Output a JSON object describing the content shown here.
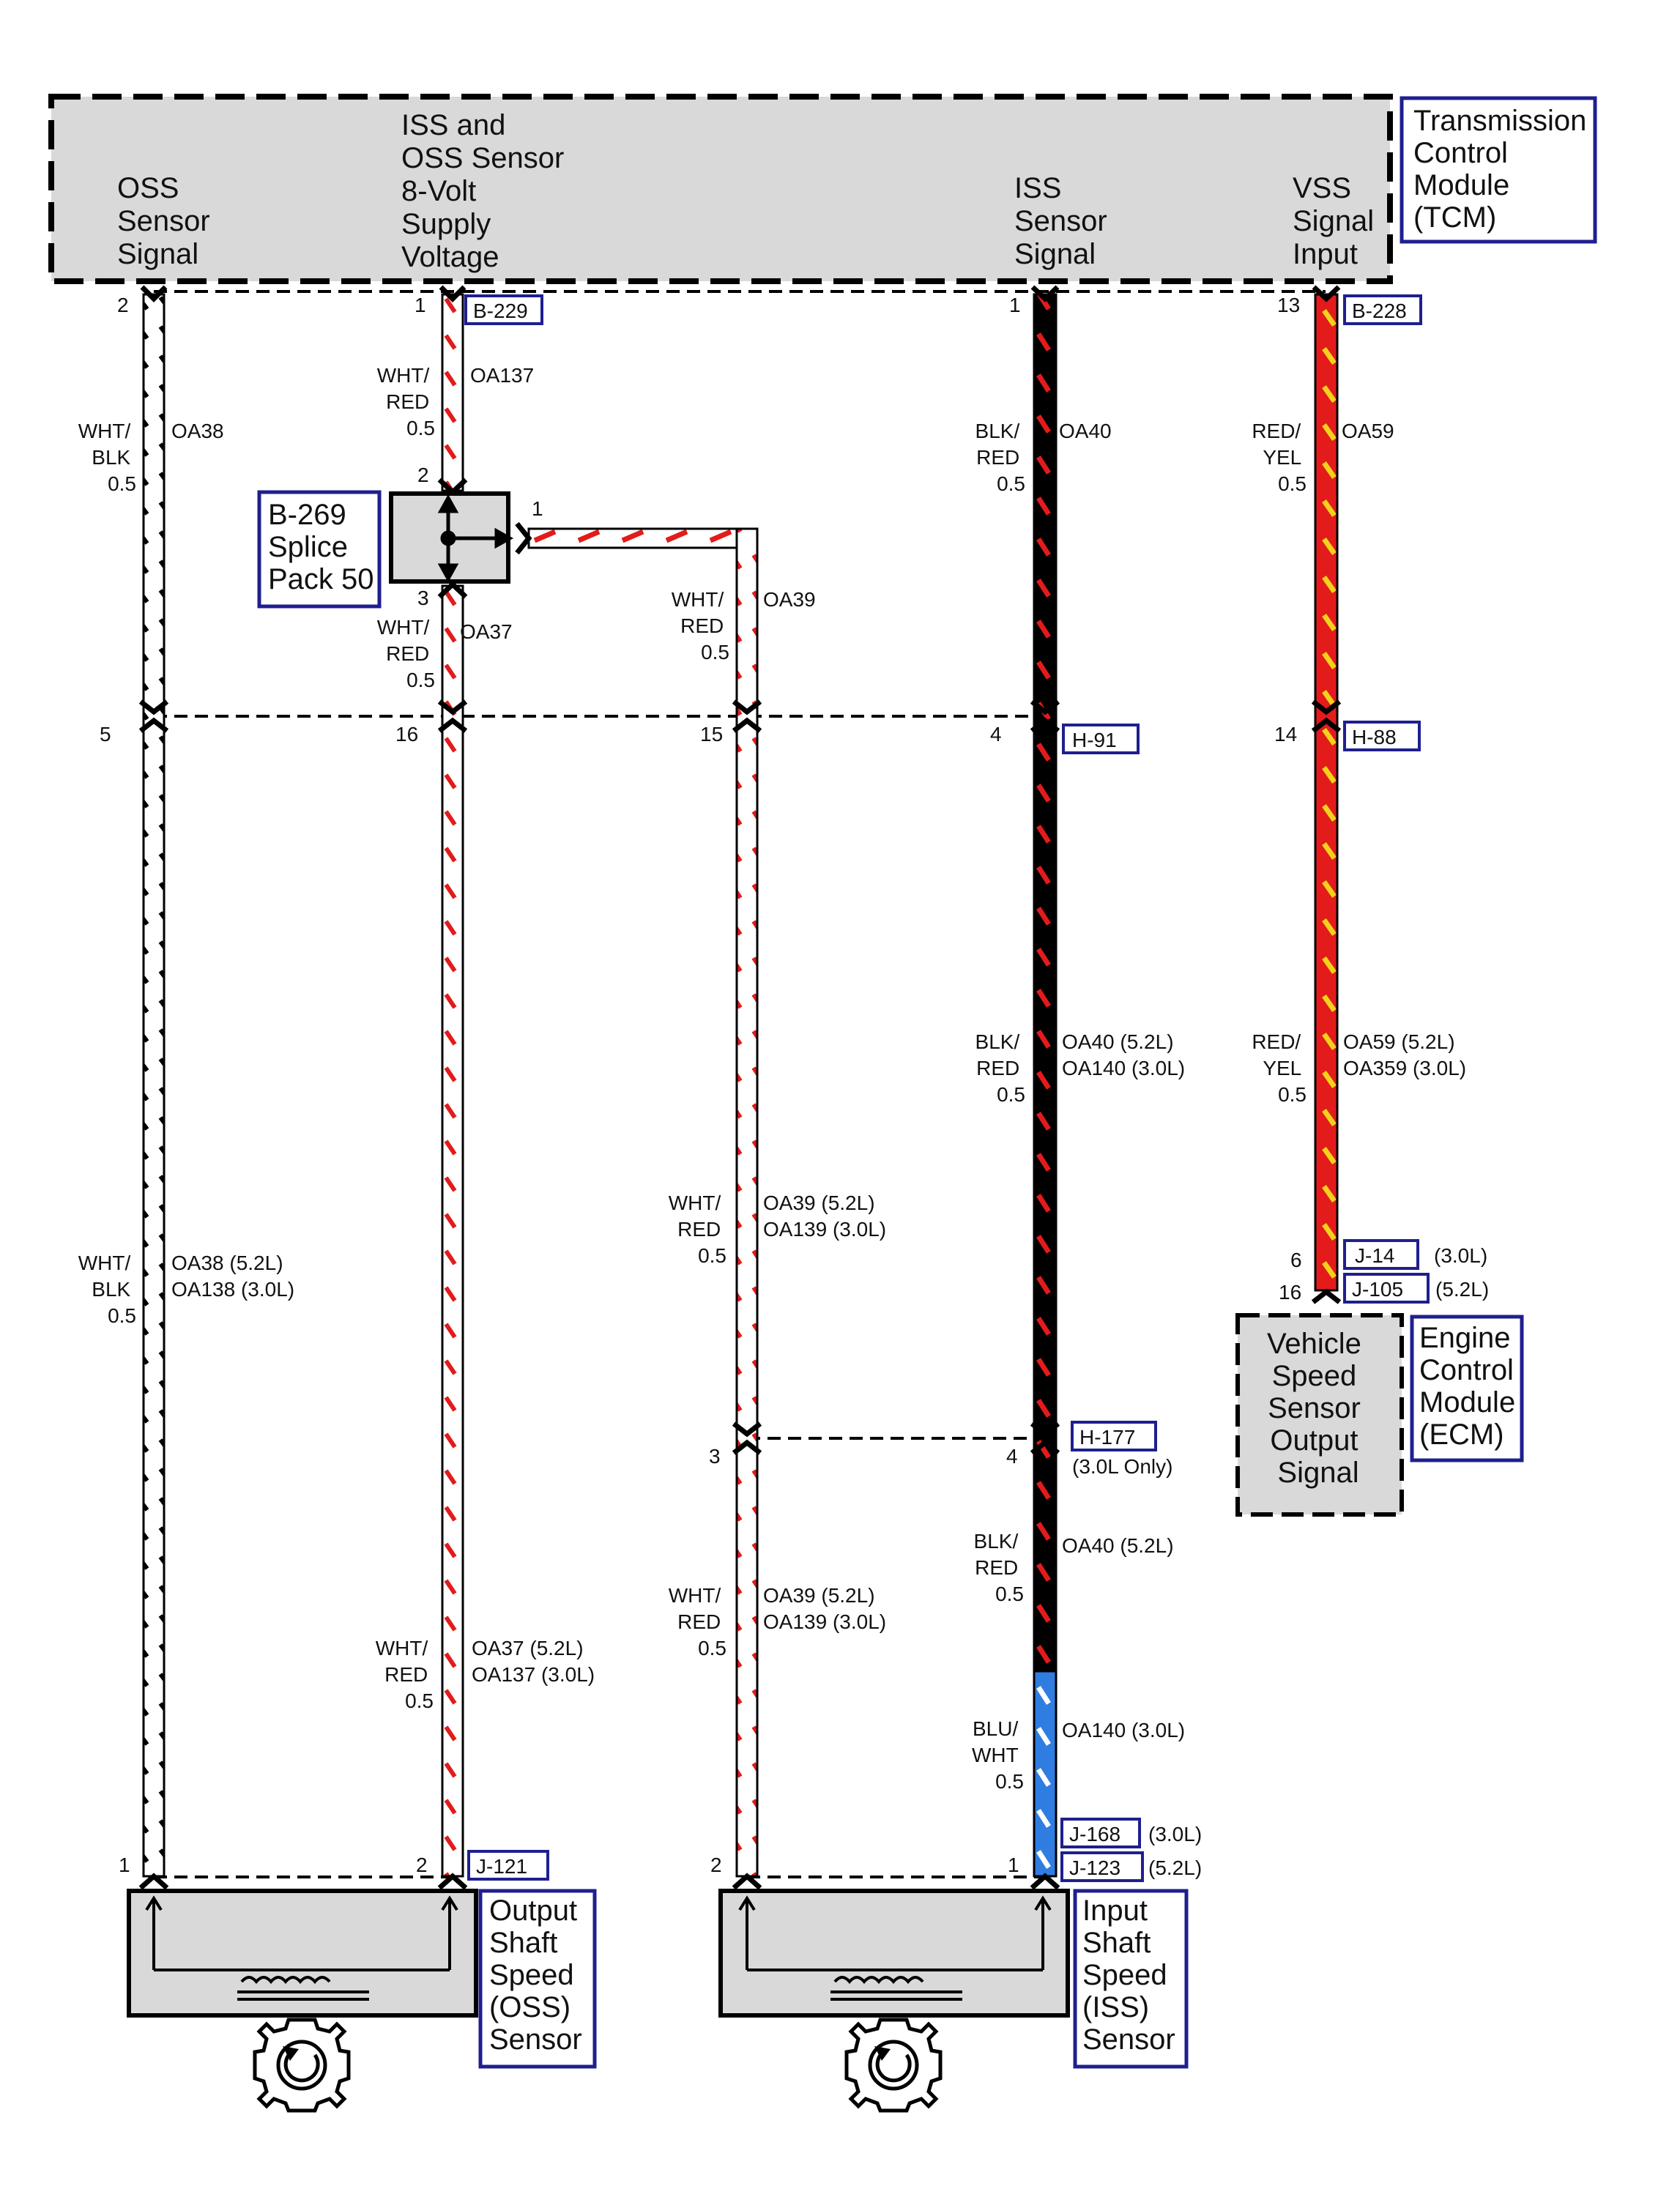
{
  "tcm": {
    "title_lines": [
      "Transmission",
      "Control",
      "Module",
      "(TCM)"
    ],
    "oss_signal_lines": [
      "OSS",
      "Sensor",
      "Signal"
    ],
    "supply_lines": [
      "ISS and",
      "OSS Sensor",
      "8-Volt",
      "Supply",
      "Voltage"
    ],
    "iss_signal_lines": [
      "ISS",
      "Sensor",
      "Signal"
    ],
    "vss_lines": [
      "VSS",
      "Signal",
      "Input"
    ]
  },
  "splice": {
    "label_lines": [
      "B-269",
      "Splice",
      "Pack 50"
    ],
    "pin_top": "2",
    "pin_bottom": "3",
    "pin_side": "1"
  },
  "ecm": {
    "title_lines": [
      "Engine",
      "Control",
      "Module",
      "(ECM)"
    ],
    "output_lines": [
      "Vehicle",
      "Speed",
      "Sensor",
      "Output",
      "Signal"
    ]
  },
  "oss_sensor": {
    "title_lines": [
      "Output",
      "Shaft",
      "Speed",
      "(OSS)",
      "Sensor"
    ]
  },
  "iss_sensor": {
    "title_lines": [
      "Input",
      "Shaft",
      "Speed",
      "(ISS)",
      "Sensor"
    ]
  },
  "connectors": {
    "b229": "B-229",
    "b228": "B-228",
    "h91": "H-91",
    "h88": "H-88",
    "h177": "H-177",
    "h177_note": "(3.0L Only)",
    "j14": "J-14",
    "j14_note": "(3.0L)",
    "j105": "J-105",
    "j105_note": "(5.2L)",
    "j121": "J-121",
    "j168": "J-168",
    "j168_note": "(3.0L)",
    "j123": "J-123",
    "j123_note": "(5.2L)"
  },
  "pins": {
    "tcm_oss": "2",
    "tcm_supply": "1",
    "tcm_iss": "1",
    "tcm_vss": "13",
    "h_oss": "5",
    "h_supply": "16",
    "h_oa39": "15",
    "h_iss": "4",
    "h88_vss": "14",
    "h177_oa39": "3",
    "h177_iss": "4",
    "ecm_j14": "6",
    "ecm_j105": "16",
    "oss_1": "1",
    "oss_2": "2",
    "iss_2": "2",
    "iss_1": "1"
  },
  "wires": {
    "oa38_top": {
      "color_lines": [
        "WHT/",
        "BLK",
        "0.5"
      ],
      "circuit_lines": [
        "OA38"
      ]
    },
    "oa38_low": {
      "color_lines": [
        "WHT/",
        "BLK",
        "0.5"
      ],
      "circuit_lines": [
        "OA38 (5.2L)",
        "OA138 (3.0L)"
      ]
    },
    "oa137_top": {
      "color_lines": [
        "WHT/",
        "RED",
        "0.5"
      ],
      "circuit_lines": [
        "OA137"
      ]
    },
    "oa37_mid": {
      "color_lines": [
        "WHT/",
        "RED",
        "0.5"
      ],
      "circuit_lines": [
        "OA37"
      ]
    },
    "oa37_low": {
      "color_lines": [
        "WHT/",
        "RED",
        "0.5"
      ],
      "circuit_lines": [
        "OA37 (5.2L)",
        "OA137 (3.0L)"
      ]
    },
    "oa39_top": {
      "color_lines": [
        "WHT/",
        "RED",
        "0.5"
      ],
      "circuit_lines": [
        "OA39"
      ]
    },
    "oa39_mid": {
      "color_lines": [
        "WHT/",
        "RED",
        "0.5"
      ],
      "circuit_lines": [
        "OA39 (5.2L)",
        "OA139 (3.0L)"
      ]
    },
    "oa39_low": {
      "color_lines": [
        "WHT/",
        "RED",
        "0.5"
      ],
      "circuit_lines": [
        "OA39 (5.2L)",
        "OA139 (3.0L)"
      ]
    },
    "oa40_top": {
      "color_lines": [
        "BLK/",
        "RED",
        "0.5"
      ],
      "circuit_lines": [
        "OA40"
      ]
    },
    "oa40_mid": {
      "color_lines": [
        "BLK/",
        "RED",
        "0.5"
      ],
      "circuit_lines": [
        "OA40 (5.2L)",
        "OA140 (3.0L)"
      ]
    },
    "oa40_low": {
      "color_lines": [
        "BLK/",
        "RED",
        "0.5"
      ],
      "circuit_lines": [
        "OA40 (5.2L)"
      ]
    },
    "oa140_low": {
      "color_lines": [
        "BLU/",
        "WHT",
        "0.5"
      ],
      "circuit_lines": [
        "OA140 (3.0L)"
      ]
    },
    "oa59_top": {
      "color_lines": [
        "RED/",
        "YEL",
        "0.5"
      ],
      "circuit_lines": [
        "OA59"
      ]
    },
    "oa59_mid": {
      "color_lines": [
        "RED/",
        "YEL",
        "0.5"
      ],
      "circuit_lines": [
        "OA59 (5.2L)",
        "OA359 (3.0L)"
      ]
    }
  },
  "colors": {
    "module_fill": "#d9d9d9",
    "connector_border": "#1f1f8f",
    "wire_red": "#e31b1b",
    "wire_black": "#000000",
    "wire_blue": "#2f7de1",
    "wire_yellow": "#f2d21b"
  }
}
